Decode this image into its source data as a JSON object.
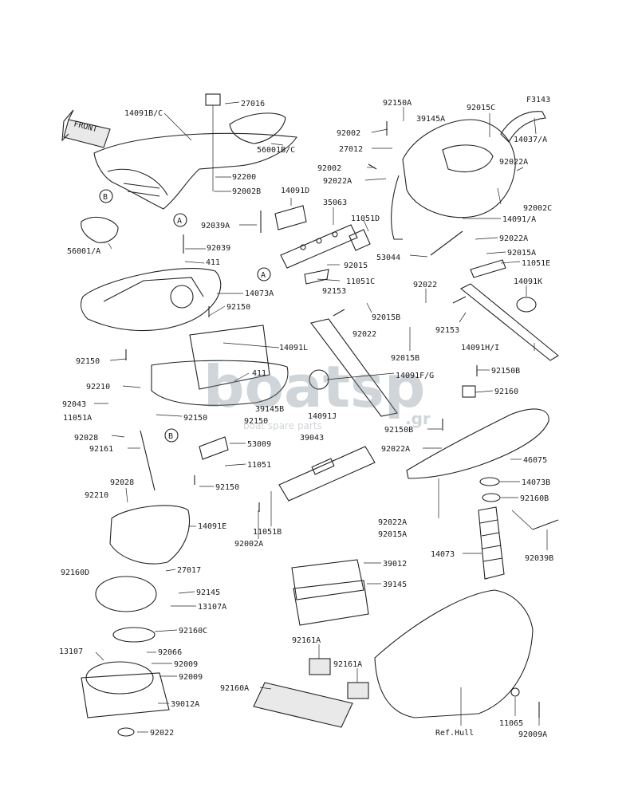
{
  "figure_code": "F3143",
  "front_label": "FRONT",
  "labels": [
    {
      "id": "l27016",
      "text": "27016"
    },
    {
      "id": "l14091bc",
      "text": "14091B/C"
    },
    {
      "id": "l56001bc",
      "text": "56001B/C"
    },
    {
      "id": "l92200",
      "text": "92200"
    },
    {
      "id": "l92002b",
      "text": "92002B"
    },
    {
      "id": "l56001a",
      "text": "56001/A"
    },
    {
      "id": "l14091d",
      "text": "14091D"
    },
    {
      "id": "l35063",
      "text": "35063"
    },
    {
      "id": "l92039a",
      "text": "92039A"
    },
    {
      "id": "l11051d",
      "text": "11051D"
    },
    {
      "id": "l92039",
      "text": "92039"
    },
    {
      "id": "l411a",
      "text": "411"
    },
    {
      "id": "l14073a",
      "text": "14073A"
    },
    {
      "id": "l92015",
      "text": "92015"
    },
    {
      "id": "l11051c",
      "text": "11051C"
    },
    {
      "id": "l92153a",
      "text": "92153"
    },
    {
      "id": "l92150a",
      "text": "92150"
    },
    {
      "id": "l92015b1",
      "text": "92015B"
    },
    {
      "id": "l92022c",
      "text": "92022"
    },
    {
      "id": "l92150b",
      "text": "92150"
    },
    {
      "id": "l14091l",
      "text": "14091L"
    },
    {
      "id": "l92210a",
      "text": "92210"
    },
    {
      "id": "l411b",
      "text": "411"
    },
    {
      "id": "l92043",
      "text": "92043"
    },
    {
      "id": "l39145b",
      "text": "39145B"
    },
    {
      "id": "l11051a",
      "text": "11051A"
    },
    {
      "id": "l92150c",
      "text": "92150"
    },
    {
      "id": "l92150d",
      "text": "92150"
    },
    {
      "id": "l14091j",
      "text": "14091J"
    },
    {
      "id": "l92028a",
      "text": "92028"
    },
    {
      "id": "l92161",
      "text": "92161"
    },
    {
      "id": "l53009",
      "text": "53009"
    },
    {
      "id": "l39043",
      "text": "39043"
    },
    {
      "id": "l11051",
      "text": "11051"
    },
    {
      "id": "l92028b",
      "text": "92028"
    },
    {
      "id": "l92150e",
      "text": "92150"
    },
    {
      "id": "l92210b",
      "text": "92210"
    },
    {
      "id": "l11051b",
      "text": "11051B"
    },
    {
      "id": "l14091e",
      "text": "14091E"
    },
    {
      "id": "l92002a",
      "text": "92002A"
    },
    {
      "id": "l92160d",
      "text": "92160D"
    },
    {
      "id": "l27017",
      "text": "27017"
    },
    {
      "id": "l92145",
      "text": "92145"
    },
    {
      "id": "l13107a",
      "text": "13107A"
    },
    {
      "id": "l92160c",
      "text": "92160C"
    },
    {
      "id": "l13107",
      "text": "13107"
    },
    {
      "id": "l92066",
      "text": "92066"
    },
    {
      "id": "l92009a",
      "text": "92009"
    },
    {
      "id": "l92009b",
      "text": "92009"
    },
    {
      "id": "l39012a",
      "text": "39012A"
    },
    {
      "id": "l92022d",
      "text": "92022"
    },
    {
      "id": "l92150ar",
      "text": "92150A"
    },
    {
      "id": "l39145a",
      "text": "39145A"
    },
    {
      "id": "l92015c",
      "text": "92015C"
    },
    {
      "id": "l14037a",
      "text": "14037/A"
    },
    {
      "id": "l92002r",
      "text": "92002"
    },
    {
      "id": "l27012",
      "text": "27012"
    },
    {
      "id": "l92002r2",
      "text": "92002"
    },
    {
      "id": "l92022ar",
      "text": "92022A"
    },
    {
      "id": "l92022ar2",
      "text": "92022A"
    },
    {
      "id": "l92002c",
      "text": "92002C"
    },
    {
      "id": "l14091a",
      "text": "14091/A"
    },
    {
      "id": "l92022ar3",
      "text": "92022A"
    },
    {
      "id": "l53044",
      "text": "53044"
    },
    {
      "id": "l92015a",
      "text": "92015A"
    },
    {
      "id": "l11051e",
      "text": "11051E"
    },
    {
      "id": "l92022r",
      "text": "92022"
    },
    {
      "id": "l14091k",
      "text": "14091K"
    },
    {
      "id": "l92153b",
      "text": "92153"
    },
    {
      "id": "l92015b2",
      "text": "92015B"
    },
    {
      "id": "l14091hi",
      "text": "14091H/I"
    },
    {
      "id": "l14091fg",
      "text": "14091F/G"
    },
    {
      "id": "l92150br",
      "text": "92150B"
    },
    {
      "id": "l92160",
      "text": "92160"
    },
    {
      "id": "l92150b2",
      "text": "92150B"
    },
    {
      "id": "l92022ar4",
      "text": "92022A"
    },
    {
      "id": "l46075",
      "text": "46075"
    },
    {
      "id": "l14073b",
      "text": "14073B"
    },
    {
      "id": "l92160b",
      "text": "92160B"
    },
    {
      "id": "l92022ar5",
      "text": "92022A"
    },
    {
      "id": "l92015ar",
      "text": "92015A"
    },
    {
      "id": "l14073",
      "text": "14073"
    },
    {
      "id": "l92039b",
      "text": "92039B"
    },
    {
      "id": "l39012",
      "text": "39012"
    },
    {
      "id": "l39145",
      "text": "39145"
    },
    {
      "id": "l92161a1",
      "text": "92161A"
    },
    {
      "id": "l92161a2",
      "text": "92161A"
    },
    {
      "id": "l92160a",
      "text": "92160A"
    },
    {
      "id": "l11065",
      "text": "11065"
    },
    {
      "id": "l92009ar",
      "text": "92009A"
    },
    {
      "id": "lrefhull",
      "text": "Ref.Hull"
    }
  ],
  "callouts": [
    {
      "id": "ca1",
      "text": "A"
    },
    {
      "id": "ca2",
      "text": "A"
    },
    {
      "id": "cb1",
      "text": "B"
    },
    {
      "id": "cb2",
      "text": "B"
    }
  ],
  "watermark": {
    "logo": "boatsp",
    "suffix": ".gr",
    "tagline": "boat spare parts"
  }
}
